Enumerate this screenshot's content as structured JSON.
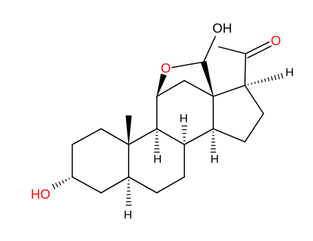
{
  "labels": {
    "hydroxyl_top": "OH",
    "ring_oxygen": "O",
    "ketone_oxygen": "O",
    "hydroxyl_left": "HO",
    "h_c17": "H",
    "h_c8": "H",
    "h_c9": "H",
    "h_c14": "H",
    "h_c5": "H"
  },
  "colors": {
    "bond": "#000000",
    "oxygen": "#ff0d0d",
    "background": "#ffffff"
  }
}
